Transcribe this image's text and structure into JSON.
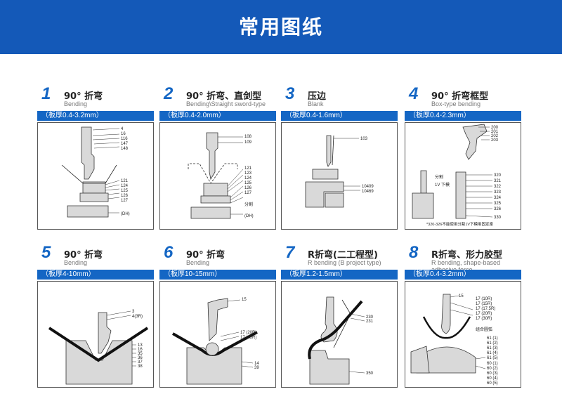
{
  "header": {
    "title": "常用图纸"
  },
  "cards": [
    {
      "num": "1",
      "title": "90°  折弯",
      "subtitle": "Bending",
      "subtitle2": "",
      "thickness": "（板厚0.4-3.2mm）",
      "labels": [
        "4",
        "16",
        "116",
        "147",
        "148",
        "121",
        "124",
        "125",
        "126",
        "127",
        "(DH)"
      ]
    },
    {
      "num": "2",
      "title": "90°  折弯、直剑型",
      "subtitle": "Bending\\Straight sword-type",
      "subtitle2": "",
      "thickness": "（板厚0.4-2.0mm）",
      "labels": [
        "108",
        "109",
        "121",
        "123",
        "124",
        "125",
        "126",
        "127",
        "分割",
        "(DH)"
      ]
    },
    {
      "num": "3",
      "title": "压边",
      "subtitle": "Blank",
      "subtitle2": "",
      "thickness": "（板厚0.4-1.6mm）",
      "labels": [
        "103",
        "10409",
        "10469"
      ]
    },
    {
      "num": "4",
      "title": "90°  折弯框型",
      "subtitle": "Box-type bending",
      "subtitle2": "",
      "thickness": "（板厚0.4-2.3mm）",
      "labels": [
        "200",
        "201",
        "202",
        "203",
        "分割",
        "1V  下模",
        "320",
        "321",
        "322",
        "323",
        "324",
        "325",
        "326",
        "330",
        "*320-326不能使用分割1V下模用固定座"
      ]
    },
    {
      "num": "5",
      "title": "90°  折弯",
      "subtitle": "Bending",
      "subtitle2": "",
      "thickness": "（板厚4-10mm）",
      "labels": [
        "3",
        "4(3R)",
        "13",
        "16",
        "35",
        "36",
        "37",
        "38"
      ]
    },
    {
      "num": "6",
      "title": "90°  折弯",
      "subtitle": "Bending",
      "subtitle2": "",
      "thickness": "（板厚10-15mm）",
      "labels": [
        "15",
        "17  (20R)",
        "17  (25R)",
        "14",
        "39"
      ]
    },
    {
      "num": "7",
      "title": "R折弯(二工程型)",
      "subtitle": "R bending (B project type)",
      "subtitle2": "",
      "thickness": "（板厚1.2-1.5mm）",
      "labels": [
        "230",
        "231",
        "350"
      ]
    },
    {
      "num": "8",
      "title": "R折弯、形力胶型",
      "subtitle": "R bending, shape-based",
      "subtitle2": "adhesive force",
      "thickness": "（板厚0.4-3.2mm）",
      "labels": [
        "15",
        "17  (10R)",
        "17  (15R)",
        "17  (17.5R)",
        "17  (20R)",
        "17  (30R)",
        "组合圆弧",
        "61  (1)",
        "61  (2)",
        "61  (3)",
        "61  (4)",
        "61  (5)",
        "60  (1)",
        "60  (2)",
        "60  (3)",
        "60  (4)",
        "60  (5)"
      ]
    }
  ]
}
